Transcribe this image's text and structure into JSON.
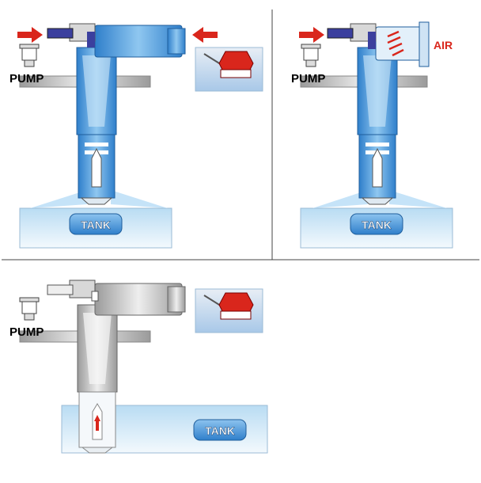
{
  "panels": [
    {
      "id": "top-left",
      "pump_label": "PUMP",
      "tank_label": "TANK"
    },
    {
      "id": "top-right",
      "pump_label": "PUMP",
      "tank_label": "TANK",
      "air_label": "AIR"
    },
    {
      "id": "bottom",
      "pump_label": "PUMP",
      "tank_label": "TANK"
    }
  ],
  "colors": {
    "water": "#a9d3f0",
    "water_dark": "#3e93d6",
    "arrow": "#d9261c",
    "hose_blue": "#3b3f9e",
    "grey_pipe": "#a7a7a7",
    "tank_label_bg": "#4d97d6"
  }
}
